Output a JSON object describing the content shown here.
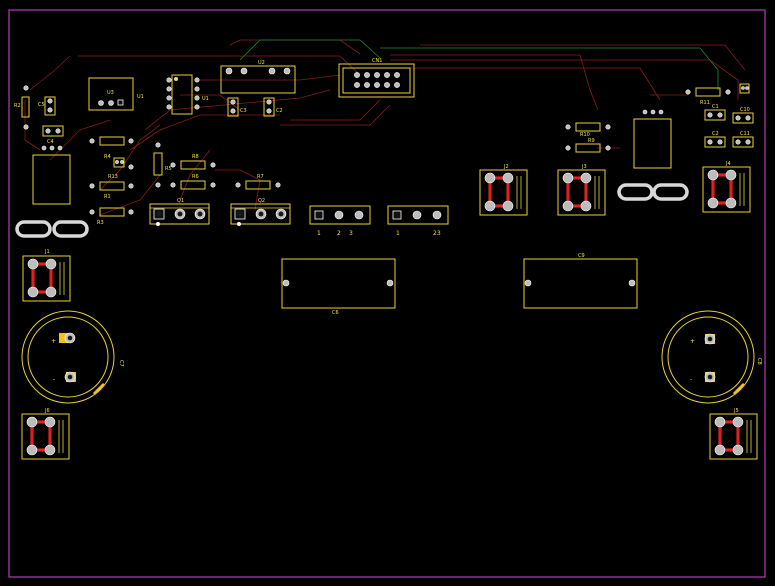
{
  "board": {
    "outline_color": "#b43cb4",
    "silk_color": "#e7d23a",
    "copper_top_color": "#e02020",
    "trace_color": "#8a1c1c",
    "trace_alt_color": "#1e8a2e",
    "pad_color": "#bdbdbd"
  },
  "labels": {
    "u2": "U2",
    "cn1": "CN1",
    "u3": "U3",
    "u1": "U1",
    "r2": "R2",
    "c5": "C5",
    "c4": "C4",
    "r4": "R4",
    "r3": "R3",
    "r1": "R1",
    "r13": "R13",
    "r5": "R5",
    "r6": "R6",
    "r7": "R7",
    "r8": "R8",
    "q1": "Q1",
    "q2": "Q2",
    "c3": "C3",
    "c2": "C2",
    "c1": "C1",
    "c10": "C10",
    "c11": "C11",
    "r10": "R10",
    "r9": "R9",
    "r11": "R11",
    "j1": "J1",
    "j2": "J2",
    "j3": "J3",
    "j4": "J4",
    "j5": "J5",
    "j6": "J6",
    "c6": "C6",
    "c9": "C9",
    "c7": "C7",
    "c8": "C8",
    "hdr1_pin1": "1",
    "hdr1_pin2": "2",
    "hdr1_pin3": "3",
    "hdr2_pin1": "1",
    "hdr2_pin23": "23",
    "polarity_plus": "+",
    "polarity_minus": "-"
  }
}
